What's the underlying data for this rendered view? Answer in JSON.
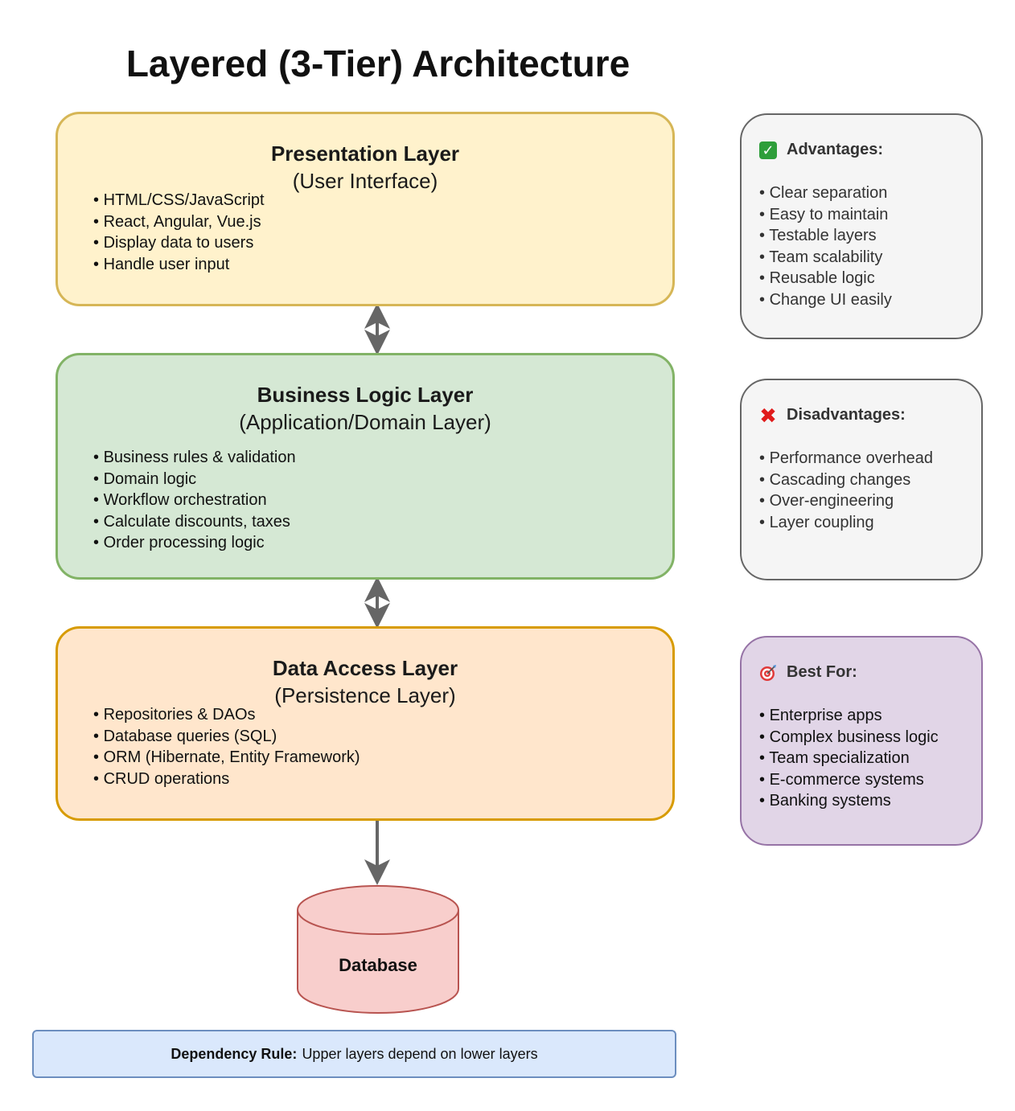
{
  "title": "Layered (3-Tier) Architecture",
  "layers": [
    {
      "name": "Presentation Layer",
      "subtitle": "(User Interface)",
      "items": [
        "HTML/CSS/JavaScript",
        "React, Angular, Vue.js",
        "Display data to users",
        "Handle user input"
      ],
      "fill": "#fff2cc",
      "stroke": "#d6b656"
    },
    {
      "name": "Business Logic Layer",
      "subtitle": "(Application/Domain Layer)",
      "items": [
        "Business rules & validation",
        "Domain logic",
        "Workflow orchestration",
        "Calculate discounts, taxes",
        "Order processing logic"
      ],
      "fill": "#d5e8d4",
      "stroke": "#82b366"
    },
    {
      "name": "Data Access Layer",
      "subtitle": "(Persistence Layer)",
      "items": [
        "Repositories & DAOs",
        "Database queries (SQL)",
        "ORM (Hibernate, Entity Framework)",
        "CRUD operations"
      ],
      "fill": "#ffe6cc",
      "stroke": "#d79b00"
    }
  ],
  "database": {
    "label": "Database",
    "fill": "#f8cecc",
    "stroke": "#b85450"
  },
  "side_panels": {
    "advantages": {
      "heading": "Advantages:",
      "icon": "check-mark-icon",
      "items": [
        "Clear separation",
        "Easy to maintain",
        "Testable layers",
        "Team scalability",
        "Reusable logic",
        "Change UI easily"
      ]
    },
    "disadvantages": {
      "heading": "Disadvantages:",
      "icon": "cross-mark-icon",
      "items": [
        "Performance overhead",
        "Cascading changes",
        "Over-engineering",
        "Layer coupling"
      ]
    },
    "best_for": {
      "heading": "Best For:",
      "icon": "target-icon",
      "items": [
        "Enterprise apps",
        "Complex business logic",
        "Team specialization",
        "E-commerce systems",
        "Banking systems"
      ]
    }
  },
  "dependency_rule": {
    "label": "Dependency Rule:",
    "text": "Upper layers depend on lower layers"
  }
}
